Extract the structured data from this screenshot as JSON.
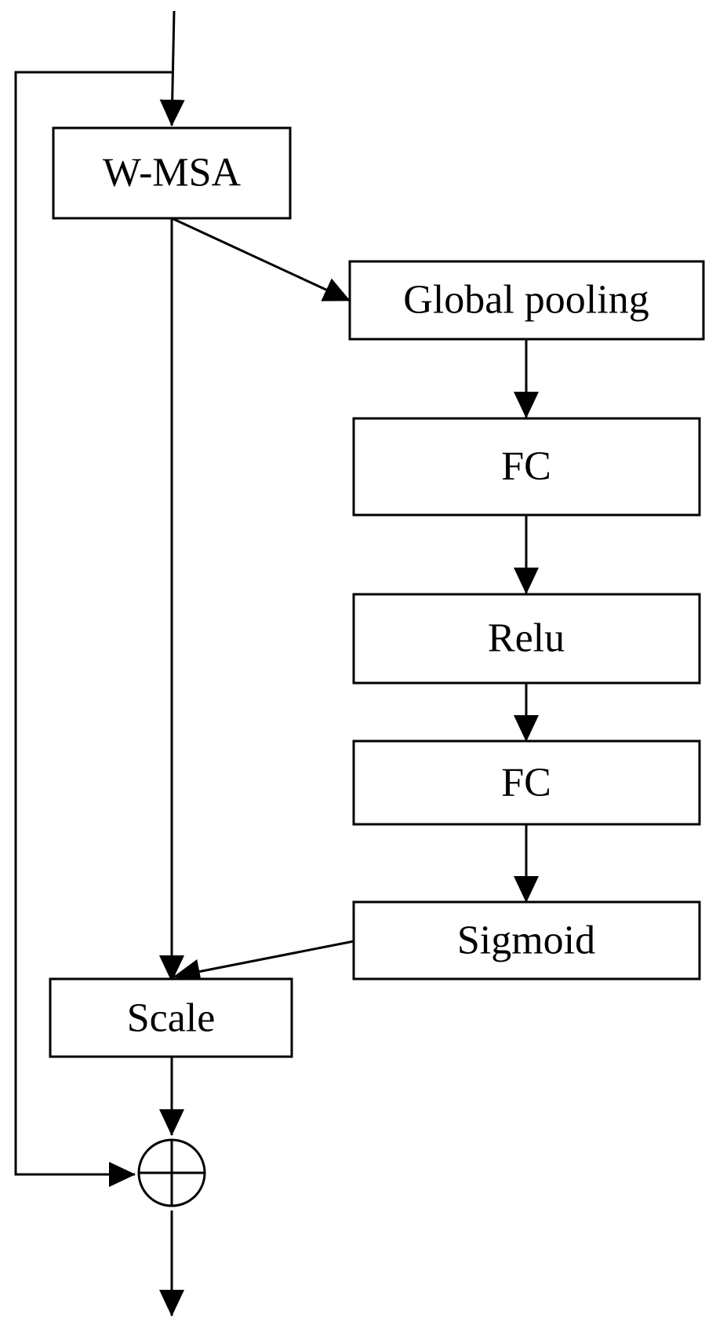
{
  "blocks": {
    "wmsa": "W-MSA",
    "global_pooling": "Global pooling",
    "fc1": "FC",
    "relu": "Relu",
    "fc2": "FC",
    "sigmoid": "Sigmoid",
    "scale": "Scale"
  },
  "colors": {
    "stroke": "#000000",
    "fill": "#ffffff"
  },
  "icons": {
    "sum_node": "circle-plus-icon"
  }
}
